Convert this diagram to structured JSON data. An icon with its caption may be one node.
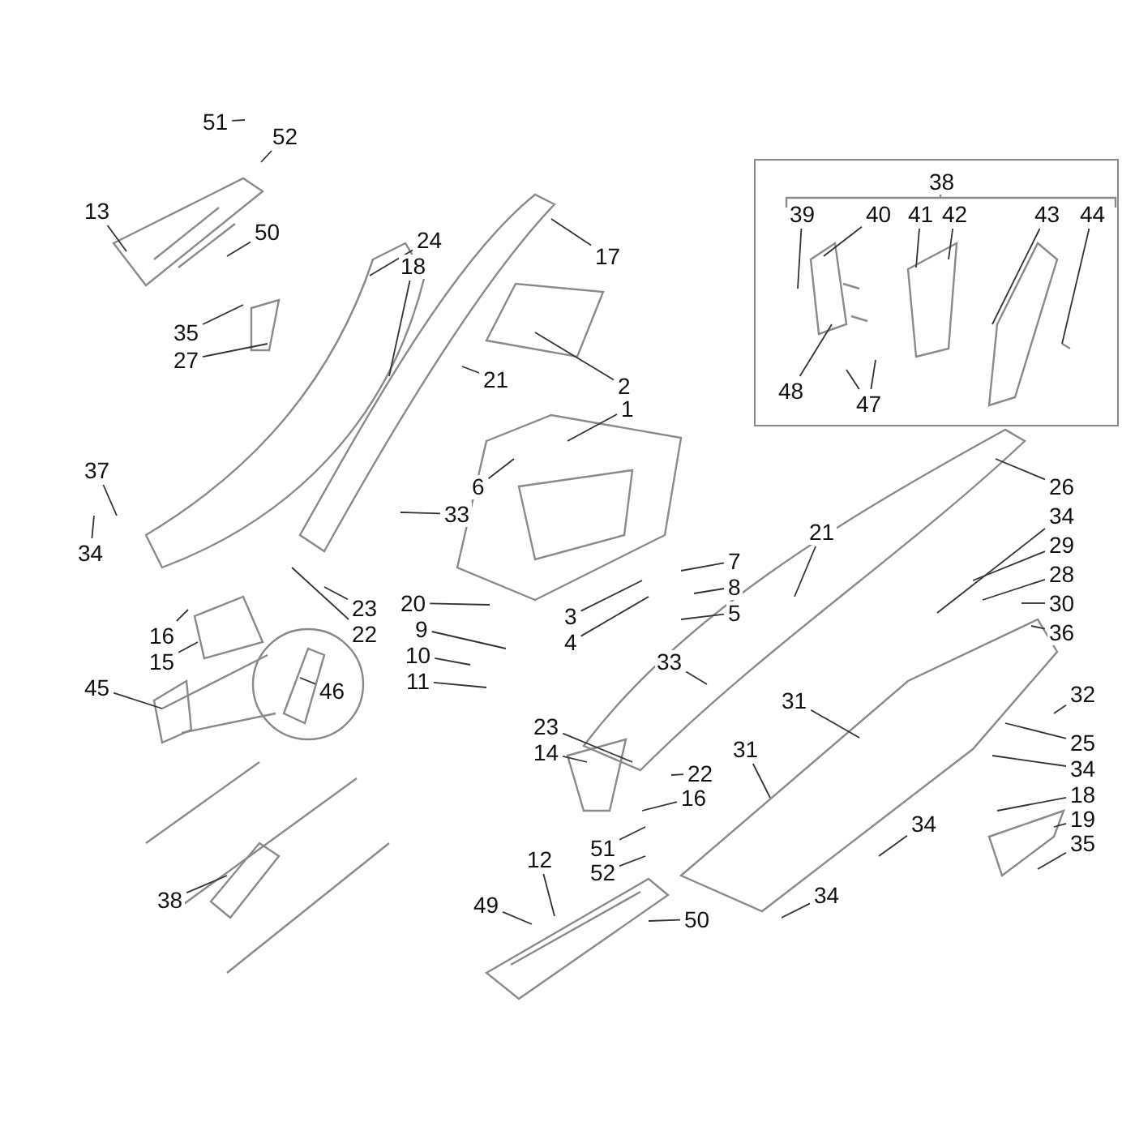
{
  "diagram": {
    "nodes": [
      {
        "text": [],
        "shape": "box"
      },
      {
        "text": [
          "39"
        ],
        "in": 0
      },
      {
        "text": [
          "40"
        ],
        "in": 0
      },
      {
        "text": [
          "41"
        ],
        "in": 0
      },
      {
        "text": [
          "42"
        ],
        "in": 0
      },
      {
        "text": [
          "43"
        ],
        "in": 0
      },
      {
        "text": [
          "44"
        ],
        "in": 0
      },
      {
        "text": [
          "48"
        ],
        "in": 0
      },
      {
        "text": [
          "47"
        ],
        "in": 0
      },
      {
        "text": [
          "51"
        ]
      },
      {
        "text": [
          "52"
        ]
      },
      {
        "text": [
          "13"
        ]
      },
      {
        "text": [
          "50"
        ]
      },
      {
        "text": [
          "24"
        ]
      },
      {
        "text": [
          "18"
        ]
      },
      {
        "text": [
          "17"
        ]
      },
      {
        "text": [
          "35"
        ]
      },
      {
        "text": [
          "27"
        ]
      },
      {
        "text": [
          "2"
        ]
      },
      {
        "text": [
          "21"
        ]
      },
      {
        "text": [
          "1"
        ]
      },
      {
        "text": [
          "37"
        ]
      },
      {
        "text": [
          "6"
        ]
      },
      {
        "text": [
          "33"
        ]
      },
      {
        "text": [
          "34"
        ]
      },
      {
        "text": [
          "16"
        ]
      },
      {
        "text": [
          "15"
        ]
      },
      {
        "text": [
          "23"
        ]
      },
      {
        "text": [
          "22"
        ]
      },
      {
        "text": [
          "20"
        ]
      },
      {
        "text": [
          "9"
        ]
      },
      {
        "text": [
          "10"
        ]
      },
      {
        "text": [
          "11"
        ]
      },
      {
        "text": [
          "7"
        ]
      },
      {
        "text": [
          "8"
        ]
      },
      {
        "text": [
          "5"
        ]
      },
      {
        "text": [
          "3"
        ]
      },
      {
        "text": [
          "4"
        ]
      },
      {
        "text": [
          "21"
        ]
      },
      {
        "text": [
          "26"
        ]
      },
      {
        "text": [
          "34"
        ]
      },
      {
        "text": [
          "29"
        ]
      },
      {
        "text": [
          "28"
        ]
      },
      {
        "text": [
          "30"
        ]
      },
      {
        "text": [
          "36"
        ]
      },
      {
        "text": [
          "33"
        ]
      },
      {
        "text": [
          "45"
        ]
      },
      {
        "text": [
          "46"
        ]
      },
      {
        "text": [
          "31"
        ]
      },
      {
        "text": [
          "32"
        ]
      },
      {
        "text": [
          "23"
        ]
      },
      {
        "text": [
          "14"
        ]
      },
      {
        "text": [
          "25"
        ]
      },
      {
        "text": [
          "31"
        ]
      },
      {
        "text": [
          "34"
        ]
      },
      {
        "text": [
          "22"
        ]
      },
      {
        "text": [
          "18"
        ]
      },
      {
        "text": [
          "16"
        ]
      },
      {
        "text": [
          "19"
        ]
      },
      {
        "text": [
          "34"
        ]
      },
      {
        "text": [
          "35"
        ]
      },
      {
        "text": [
          "51"
        ]
      },
      {
        "text": [
          "12"
        ]
      },
      {
        "text": [
          "52"
        ]
      },
      {
        "text": [
          "34"
        ]
      },
      {
        "text": [
          "38"
        ]
      },
      {
        "text": [
          "49"
        ]
      },
      {
        "text": [
          "50"
        ]
      },
      {
        "text": [
          "38"
        ],
        "in": 0
      }
    ],
    "edges": [
      {
        "from": 1,
        "to": null,
        "arrow": "none"
      },
      {
        "from": 2,
        "to": null,
        "arrow": "none"
      },
      {
        "from": 3,
        "to": null,
        "arrow": "none"
      },
      {
        "from": 4,
        "to": null,
        "arrow": "none"
      },
      {
        "from": 5,
        "to": null,
        "arrow": "none"
      },
      {
        "from": 6,
        "to": null,
        "arrow": "none"
      },
      {
        "from": 7,
        "to": null,
        "arrow": "none"
      },
      {
        "from": 8,
        "to": null,
        "arrow": "none"
      },
      {
        "from": 8,
        "to": null,
        "arrow": "none"
      },
      {
        "from": 9,
        "to": null,
        "arrow": "none"
      },
      {
        "from": 10,
        "to": null,
        "arrow": "none"
      },
      {
        "from": 11,
        "to": null,
        "arrow": "none"
      },
      {
        "from": 12,
        "to": null,
        "arrow": "none"
      },
      {
        "from": 13,
        "to": null,
        "arrow": "none"
      },
      {
        "from": 14,
        "to": null,
        "arrow": "none"
      },
      {
        "from": 15,
        "to": null,
        "arrow": "none"
      },
      {
        "from": 16,
        "to": null,
        "arrow": "none"
      },
      {
        "from": 17,
        "to": null,
        "arrow": "none"
      },
      {
        "from": 18,
        "to": null,
        "arrow": "none"
      },
      {
        "from": 19,
        "to": null,
        "arrow": "none"
      },
      {
        "from": 20,
        "to": null,
        "arrow": "none"
      },
      {
        "from": 21,
        "to": null,
        "arrow": "none"
      },
      {
        "from": 22,
        "to": null,
        "arrow": "none"
      },
      {
        "from": 23,
        "to": null,
        "arrow": "none"
      },
      {
        "from": 24,
        "to": null,
        "arrow": "none"
      },
      {
        "from": 25,
        "to": null,
        "arrow": "none"
      },
      {
        "from": 26,
        "to": null,
        "arrow": "none"
      },
      {
        "from": 27,
        "to": null,
        "arrow": "none"
      },
      {
        "from": 28,
        "to": null,
        "arrow": "none"
      },
      {
        "from": 29,
        "to": null,
        "arrow": "none"
      },
      {
        "from": 30,
        "to": null,
        "arrow": "none"
      },
      {
        "from": 31,
        "to": null,
        "arrow": "none"
      },
      {
        "from": 32,
        "to": null,
        "arrow": "none"
      },
      {
        "from": 33,
        "to": null,
        "arrow": "none"
      },
      {
        "from": 34,
        "to": null,
        "arrow": "none"
      },
      {
        "from": 35,
        "to": null,
        "arrow": "none"
      },
      {
        "from": 36,
        "to": null,
        "arrow": "none"
      },
      {
        "from": 37,
        "to": null,
        "arrow": "none"
      },
      {
        "from": 38,
        "to": null,
        "arrow": "none"
      },
      {
        "from": 39,
        "to": null,
        "arrow": "none"
      },
      {
        "from": 40,
        "to": null,
        "arrow": "none"
      },
      {
        "from": 41,
        "to": null,
        "arrow": "none"
      },
      {
        "from": 42,
        "to": null,
        "arrow": "none"
      },
      {
        "from": 43,
        "to": null,
        "arrow": "none"
      },
      {
        "from": 44,
        "to": null,
        "arrow": "none"
      },
      {
        "from": 45,
        "to": null,
        "arrow": "none"
      },
      {
        "from": 46,
        "to": null,
        "arrow": "none"
      },
      {
        "from": 47,
        "to": null,
        "arrow": "none"
      },
      {
        "from": 48,
        "to": null,
        "arrow": "none"
      },
      {
        "from": 49,
        "to": null,
        "arrow": "none"
      },
      {
        "from": 50,
        "to": null,
        "arrow": "none"
      },
      {
        "from": 51,
        "to": null,
        "arrow": "none"
      },
      {
        "from": 52,
        "to": null,
        "arrow": "none"
      },
      {
        "from": 53,
        "to": null,
        "arrow": "none"
      },
      {
        "from": 54,
        "to": null,
        "arrow": "none"
      },
      {
        "from": 55,
        "to": null,
        "arrow": "none"
      },
      {
        "from": 56,
        "to": null,
        "arrow": "none"
      },
      {
        "from": 57,
        "to": null,
        "arrow": "none"
      },
      {
        "from": 58,
        "to": null,
        "arrow": "none"
      },
      {
        "from": 59,
        "to": null,
        "arrow": "none"
      },
      {
        "from": 60,
        "to": null,
        "arrow": "none"
      },
      {
        "from": 61,
        "to": null,
        "arrow": "none"
      },
      {
        "from": 62,
        "to": null,
        "arrow": "none"
      },
      {
        "from": 63,
        "to": null,
        "arrow": "none"
      },
      {
        "from": 64,
        "to": null,
        "arrow": "none"
      },
      {
        "from": 65,
        "to": null,
        "arrow": "none"
      },
      {
        "from": 66,
        "to": null,
        "arrow": "none"
      },
      {
        "from": 67,
        "to": null,
        "arrow": "none"
      }
    ]
  }
}
